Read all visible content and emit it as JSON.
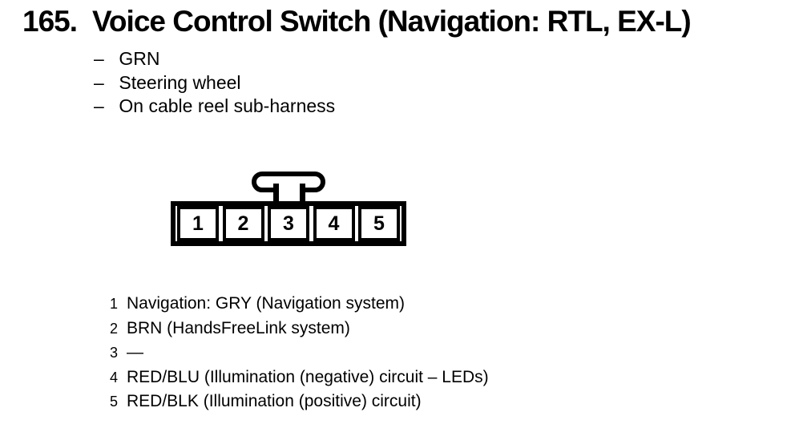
{
  "heading": {
    "number": "165.",
    "title": "Voice Control Switch (Navigation: RTL, EX-L)"
  },
  "attributes": {
    "bullet": "–",
    "items": [
      "GRN",
      "Steering wheel",
      "On cable reel sub-harness"
    ]
  },
  "connector": {
    "cavities": [
      "1",
      "2",
      "3",
      "4",
      "5"
    ]
  },
  "pins": [
    {
      "num": "1",
      "desc": "Navigation: GRY (Navigation system)"
    },
    {
      "num": "2",
      "desc": "BRN (HandsFreeLink system)"
    },
    {
      "num": "3",
      "desc": "—"
    },
    {
      "num": "4",
      "desc": "RED/BLU (Illumination (negative) circuit – LEDs)"
    },
    {
      "num": "5",
      "desc": "RED/BLK (Illumination (positive) circuit)"
    }
  ],
  "colors": {
    "ink": "#000000",
    "paper": "#ffffff"
  }
}
